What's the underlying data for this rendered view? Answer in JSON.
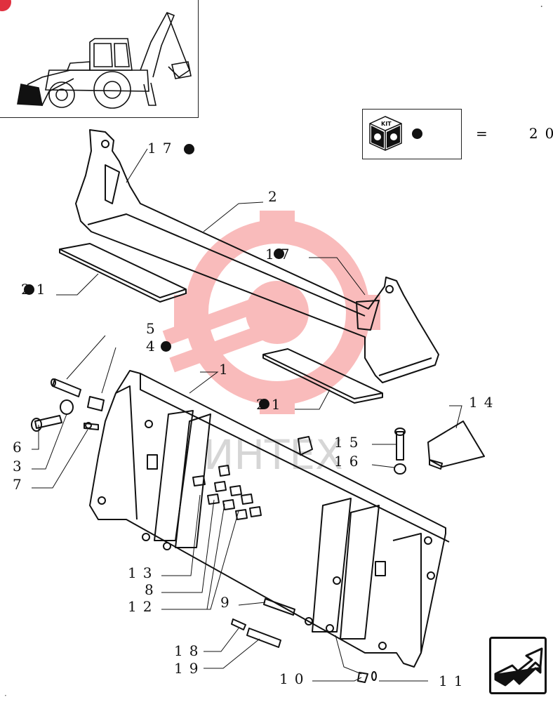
{
  "kit": {
    "icon": "kit-box-icon",
    "icon_text": "KIT",
    "equals": "=",
    "value": "20"
  },
  "watermark": {
    "text": "ИНТЕХ",
    "color": "#f26b6b"
  },
  "colors": {
    "line": "#111111",
    "badge": "#e0303f"
  },
  "callouts": [
    {
      "id": "c17a",
      "text": "17",
      "dot": "after"
    },
    {
      "id": "c2",
      "text": "2",
      "dot": "none"
    },
    {
      "id": "c17b",
      "text": "17",
      "dot": "overlap"
    },
    {
      "id": "c21a",
      "text": "21",
      "dot": "overlap"
    },
    {
      "id": "c5",
      "text": "5",
      "dot": "none"
    },
    {
      "id": "c4",
      "text": "4",
      "dot": "after"
    },
    {
      "id": "c1",
      "text": "1",
      "dot": "none"
    },
    {
      "id": "c21b",
      "text": "21",
      "dot": "overlap"
    },
    {
      "id": "c14",
      "text": "14",
      "dot": "none"
    },
    {
      "id": "c15",
      "text": "15",
      "dot": "none"
    },
    {
      "id": "c16",
      "text": "16",
      "dot": "none"
    },
    {
      "id": "c6",
      "text": "6",
      "dot": "none"
    },
    {
      "id": "c3",
      "text": "3",
      "dot": "none"
    },
    {
      "id": "c7",
      "text": "7",
      "dot": "none"
    },
    {
      "id": "c13",
      "text": "13",
      "dot": "none"
    },
    {
      "id": "c8",
      "text": "8",
      "dot": "none"
    },
    {
      "id": "c12",
      "text": "12",
      "dot": "none"
    },
    {
      "id": "c9",
      "text": "9",
      "dot": "none"
    },
    {
      "id": "c18",
      "text": "18",
      "dot": "none"
    },
    {
      "id": "c19",
      "text": "19",
      "dot": "none"
    },
    {
      "id": "c10",
      "text": "10",
      "dot": "none"
    },
    {
      "id": "c11",
      "text": "11",
      "dot": "none"
    }
  ],
  "nav": {
    "icon": "next-page-arrow-icon"
  },
  "thumbnail": {
    "icon": "backhoe-loader-icon"
  }
}
